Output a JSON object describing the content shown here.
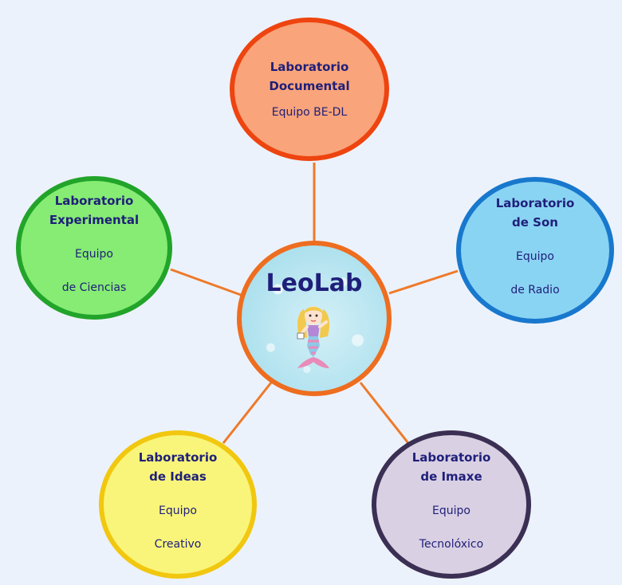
{
  "center": {
    "title": "LeoLab",
    "image": "mermaid-illustration"
  },
  "labs": [
    {
      "id": "top",
      "title": "Laboratorio\nDocumental",
      "team": "Equipo BE-DL",
      "fill": "#f9a47a",
      "border": "#ee4410"
    },
    {
      "id": "left",
      "title": "Laboratorio\nExperimental",
      "team": "Equipo\nde Ciencias",
      "fill": "#86ec73",
      "border": "#22a42a"
    },
    {
      "id": "right",
      "title": "Laboratorio\nde Son",
      "team": "Equipo\nde Radio",
      "fill": "#8ad4f3",
      "border": "#1878cd"
    },
    {
      "id": "bottom-left",
      "title": "Laboratorio\nde Ideas",
      "team": "Equipo\nCreativo",
      "fill": "#f9f57a",
      "border": "#f1c70f"
    },
    {
      "id": "bottom-right",
      "title": "Laboratorio\nde Imaxe",
      "team": "Equipo\nTecnolóxico",
      "fill": "#d9d0e3",
      "border": "#3b2f54"
    }
  ],
  "colors": {
    "background": "#ecf2fb",
    "connector": "#ee7a2a",
    "text": "#1f1f7a"
  }
}
